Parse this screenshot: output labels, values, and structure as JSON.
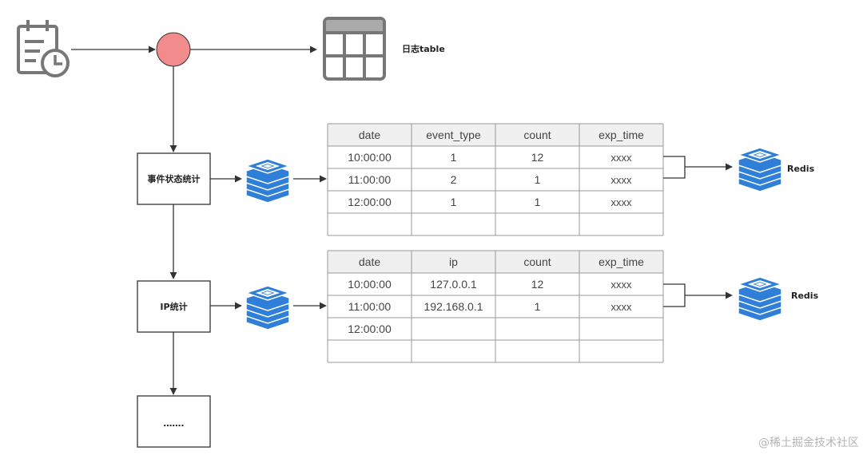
{
  "log_table": {
    "label": "日志table"
  },
  "nodes": {
    "event_stats": "事件状态统计",
    "ip_stats": "IP统计",
    "more": "……."
  },
  "redis_labels": [
    "Redis",
    "Redis"
  ],
  "event_table": {
    "headers": [
      "date",
      "event_type",
      "count",
      "exp_time"
    ],
    "rows": [
      [
        "10:00:00",
        "1",
        "12",
        "xxxx"
      ],
      [
        "11:00:00",
        "2",
        "1",
        "xxxx"
      ],
      [
        "12:00:00",
        "1",
        "1",
        "xxxx"
      ],
      [
        "",
        "",
        "",
        ""
      ]
    ]
  },
  "ip_table": {
    "headers": [
      "date",
      "ip",
      "count",
      "exp_time"
    ],
    "rows": [
      [
        "10:00:00",
        "127.0.0.1",
        "12",
        "xxxx"
      ],
      [
        "11:00:00",
        "192.168.0.1",
        "1",
        "xxxx"
      ],
      [
        "12:00:00",
        "",
        "",
        ""
      ],
      [
        "",
        "",
        "",
        ""
      ]
    ]
  },
  "watermark": "@稀土掘金技术社区",
  "colors": {
    "redis_blue": "#2f7fd8",
    "circle_fill": "#f28b8b",
    "icon_gray": "#777777"
  }
}
